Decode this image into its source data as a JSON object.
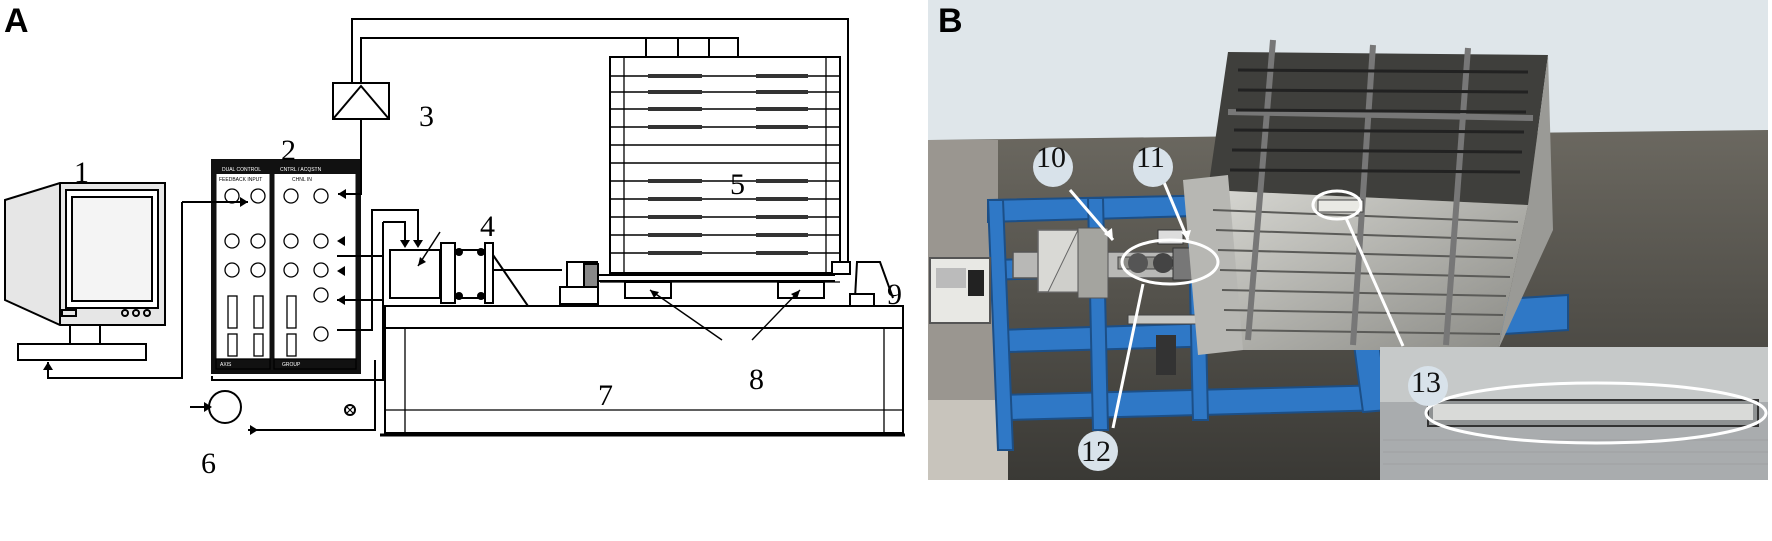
{
  "panels": {
    "a": {
      "label": "A"
    },
    "b": {
      "label": "B"
    }
  },
  "diagram_a": {
    "callouts": [
      "1",
      "2",
      "3",
      "4",
      "5",
      "6",
      "7",
      "8",
      "9"
    ]
  },
  "controller_panel": {
    "left_header": "DUAL CONTROL",
    "left_sub": "FEEDBACK INPUT",
    "right_header": "CNTRL / ACQSTN",
    "right_sub": "CHNL IN",
    "left_bottom": "AXIS",
    "right_bottom": "GROUP"
  },
  "photo_b": {
    "callouts": [
      "10",
      "11",
      "12",
      "13"
    ]
  }
}
